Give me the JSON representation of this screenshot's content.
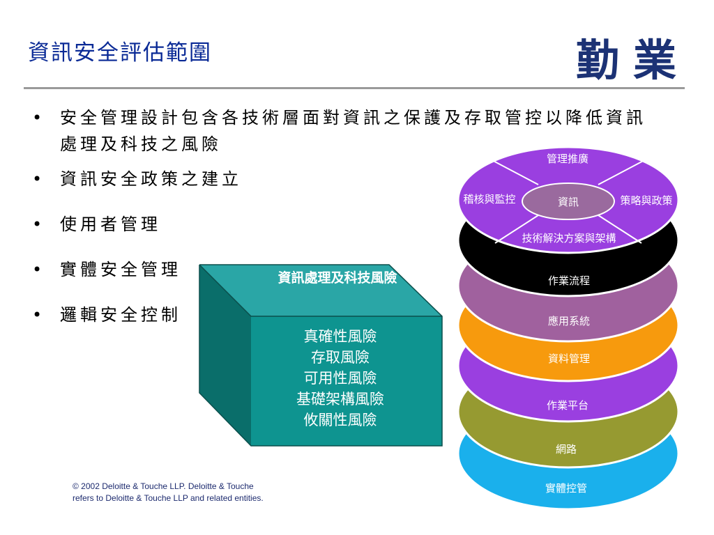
{
  "slide": {
    "title": "資訊安全評估範圍",
    "logo": "勤業",
    "bullet_symbol": "•",
    "bullets": [
      "安全管理設計包含各技術層面對資訊之保護及存取管控以降低資訊處理及科技之風險",
      "資訊安全政策之建立",
      "使用者管理",
      "實體安全管理",
      "邏輯安全控制"
    ],
    "footer": {
      "line1": "© 2002 Deloitte & Touche LLP. Deloitte & Touche",
      "line2": "refers to Deloitte & Touche LLP and related entities."
    }
  },
  "cube": {
    "top_label": "資訊處理及科技風險",
    "risks": [
      "真確性風險",
      "存取風險",
      "可用性風險",
      "基礎架構風險",
      "攸關性風險"
    ],
    "colors": {
      "top": "#2aa6a6",
      "front": "#0e9490",
      "side": "#0a6e6a"
    }
  },
  "stack": {
    "top_disc": {
      "center": "資訊",
      "top": "管理推廣",
      "left": "稽核與監控",
      "right": "策略與政策",
      "bottom": "技術解決方案與架構",
      "color": "#9a3fe0",
      "center_color": "#9a6a9e"
    },
    "layers": [
      {
        "label": "作業流程",
        "color": "#000000"
      },
      {
        "label": "應用系統",
        "color": "#a0619e"
      },
      {
        "label": "資料管理",
        "color": "#f79a0d"
      },
      {
        "label": "作業平台",
        "color": "#9a3fe0"
      },
      {
        "label": "網路",
        "color": "#969a31"
      },
      {
        "label": "實體控管",
        "color": "#1ab0ec"
      }
    ]
  }
}
